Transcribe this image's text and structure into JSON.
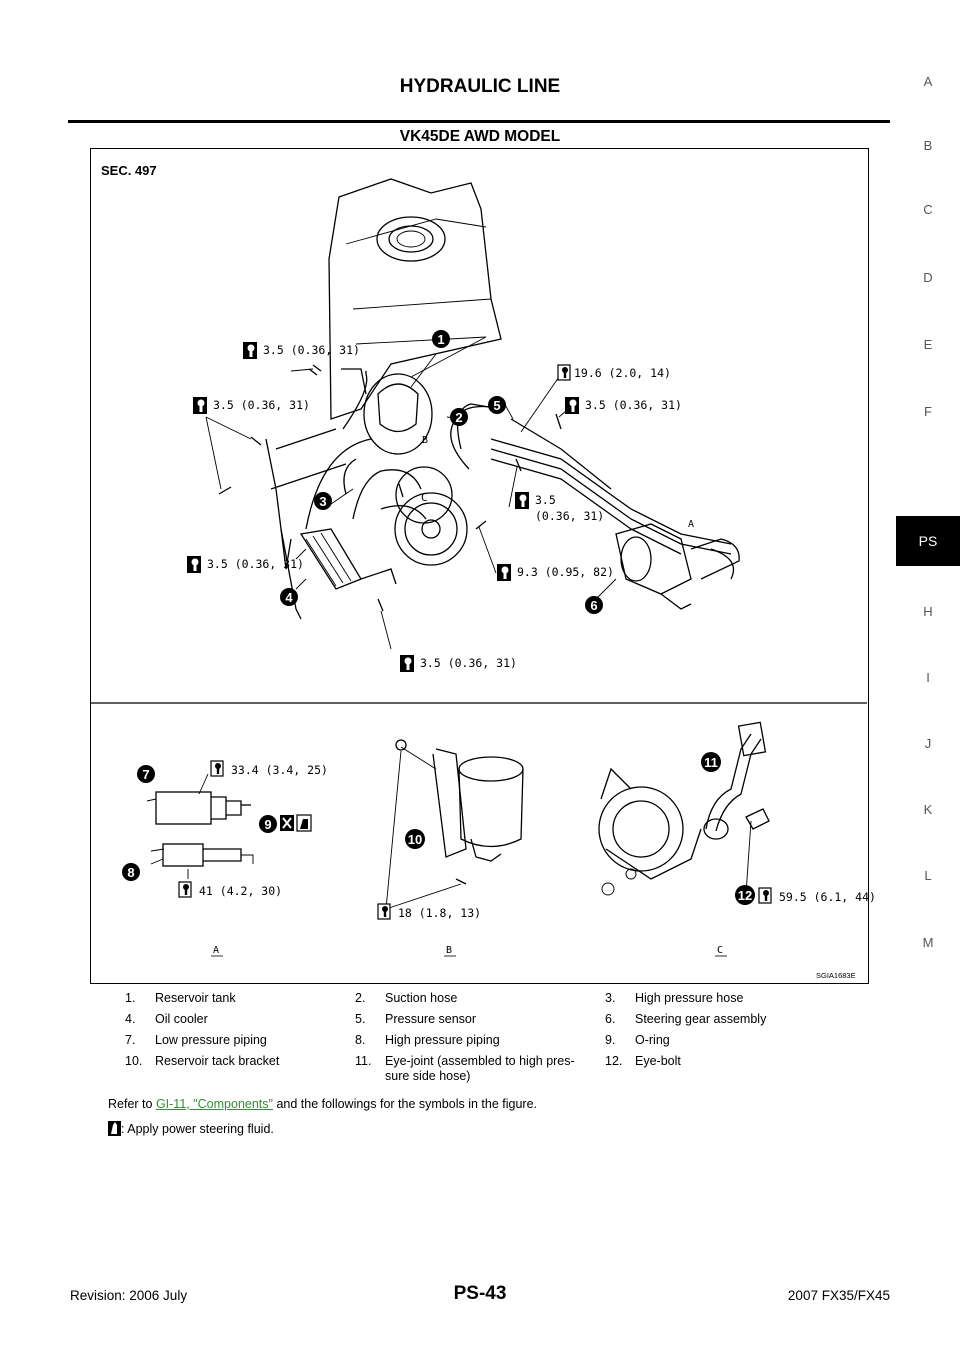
{
  "header": {
    "title": "HYDRAULIC LINE"
  },
  "section": {
    "title": "VK45DE AWD MODEL"
  },
  "side_tabs": [
    "A",
    "B",
    "C",
    "D",
    "E",
    "F",
    "PS",
    "H",
    "I",
    "J",
    "K",
    "L",
    "M"
  ],
  "active_tab": "PS",
  "figure": {
    "sec": "SEC. 497",
    "code": "SGIA1683E",
    "view_labels": [
      "A",
      "B",
      "C"
    ],
    "torques": {
      "t1": "3.5 (0.36, 31)",
      "t2": "3.5 (0.36, 31)",
      "t3": "19.6 (2.0, 14)",
      "t4": "3.5 (0.36, 31)",
      "t5a": "3.5",
      "t5b": "(0.36, 31)",
      "t6": "3.5 (0.36, 31)",
      "t7": "9.3 (0.95, 82)",
      "t8": "3.5 (0.36, 31)",
      "t9": "33.4 (3.4, 25)",
      "t10": "41 (4.2, 30)",
      "t11": "18 (1.8, 13)",
      "t12": "59.5 (6.1, 44)"
    },
    "callouts": [
      "1",
      "2",
      "3",
      "4",
      "5",
      "6",
      "7",
      "8",
      "9",
      "10",
      "11",
      "12"
    ]
  },
  "legend": [
    [
      {
        "n": "1.",
        "t": "Reservoir tank"
      },
      {
        "n": "2.",
        "t": "Suction hose"
      },
      {
        "n": "3.",
        "t": "High pressure hose"
      }
    ],
    [
      {
        "n": "4.",
        "t": "Oil cooler"
      },
      {
        "n": "5.",
        "t": "Pressure sensor"
      },
      {
        "n": "6.",
        "t": "Steering gear assembly"
      }
    ],
    [
      {
        "n": "7.",
        "t": "Low pressure piping"
      },
      {
        "n": "8.",
        "t": "High pressure piping"
      },
      {
        "n": "9.",
        "t": "O-ring"
      }
    ],
    [
      {
        "n": "10.",
        "t": "Reservoir tack bracket"
      },
      {
        "n": "11.",
        "t": "Eye-joint (assembled to high pres-"
      },
      {
        "n": "12.",
        "t": "Eye-bolt"
      }
    ]
  ],
  "legend_cont": "sure side hose)",
  "reference": {
    "prefix": "Refer to ",
    "link": "GI-11, \"Components\"",
    "suffix": " and the followings for the symbols in the figure."
  },
  "symbol_note": ": Apply power steering fluid.",
  "footer": {
    "revision": "Revision: 2006 July",
    "page": "PS-43",
    "model": "2007 FX35/FX45"
  }
}
